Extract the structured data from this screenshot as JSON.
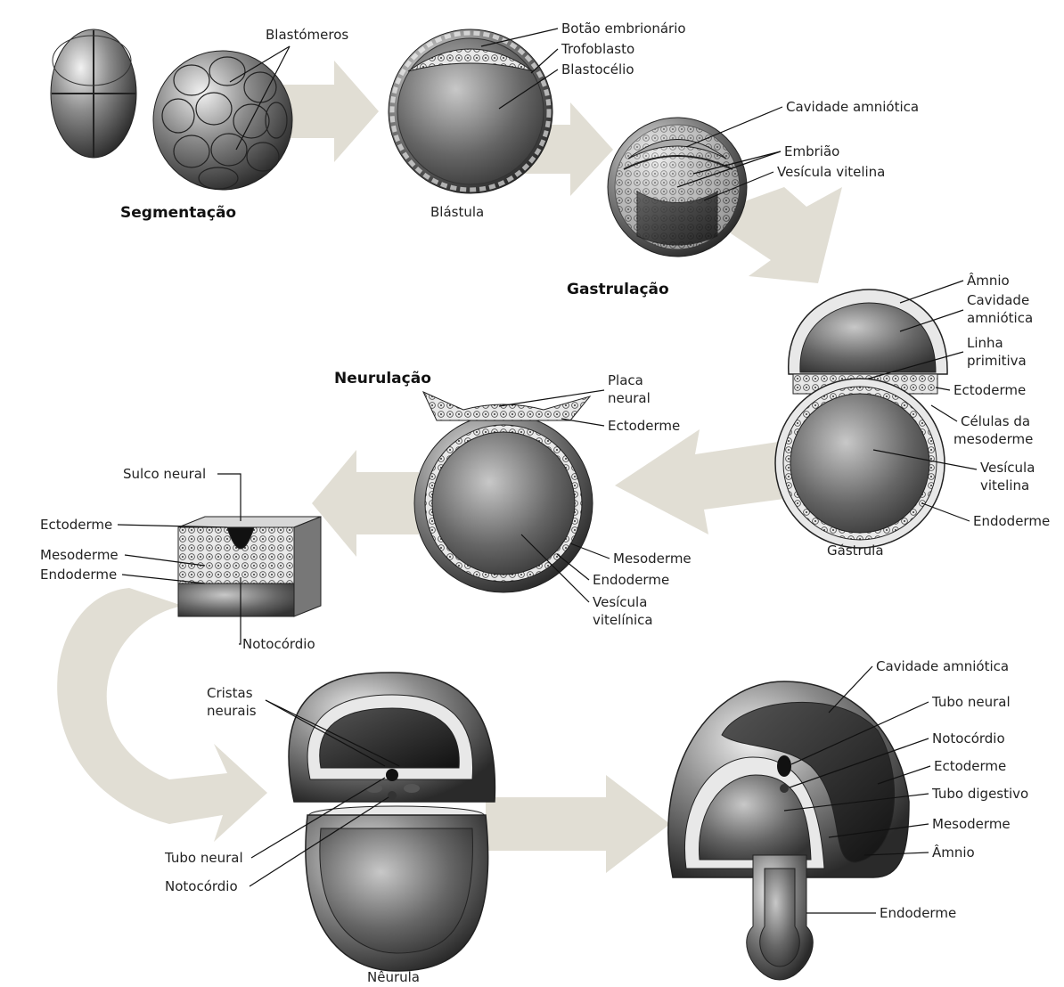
{
  "stages": {
    "segmentacao": "Segmentação",
    "blastula": "Blástula",
    "gastrulacao": "Gastrulação",
    "gastrula": "Gástrula",
    "neurulacao": "Neurulação",
    "neurula": "Nêurula"
  },
  "labels": {
    "blastomeros": "Blastómeros",
    "botao_embrionario": "Botão embrionário",
    "trofoblasto": "Trofoblasto",
    "blastocelio": "Blastocélio",
    "cavidade_amniotica_1": "Cavidade amniótica",
    "embriao": "Embrião",
    "vesicula_vitelina_1": "Vesícula vitelina",
    "amnio_1": "Âmnio",
    "cavidade_1": "Cavidade",
    "amniotica_1": "amniótica",
    "linha": "Linha",
    "primitiva": "primitiva",
    "ectoderme_gastrula": "Ectoderme",
    "celulas_da": "Células da",
    "mesoderme_gastrula": "mesoderme",
    "vesicula_2a": "Vesícula",
    "vitelina_2b": "vitelina",
    "endoderme_gastrula": "Endoderme",
    "placa": "Placa",
    "neural": "neural",
    "ectoderme_neurul": "Ectoderme",
    "mesoderme_neurul": "Mesoderme",
    "endoderme_neurul": "Endoderme",
    "vesicula_3a": "Vesícula",
    "vitelinica_3b": "vitelínica",
    "sulco_neural": "Sulco neural",
    "ectoderme_block": "Ectoderme",
    "mesoderme_block": "Mesoderme",
    "endoderme_block": "Endoderme",
    "notocordio_block": "Notocórdio",
    "cristas": "Cristas",
    "neurais": "neurais",
    "tubo_neural_left": "Tubo neural",
    "notocordio_left": "Notocórdio",
    "cavidade_amniotica_final": "Cavidade amniótica",
    "tubo_neural_final": "Tubo neural",
    "notocordio_final": "Notocórdio",
    "ectoderme_final": "Ectoderme",
    "tubo_digestivo": "Tubo digestivo",
    "mesoderme_final": "Mesoderme",
    "amnio_final": "Âmnio",
    "endoderme_final": "Endoderme"
  }
}
